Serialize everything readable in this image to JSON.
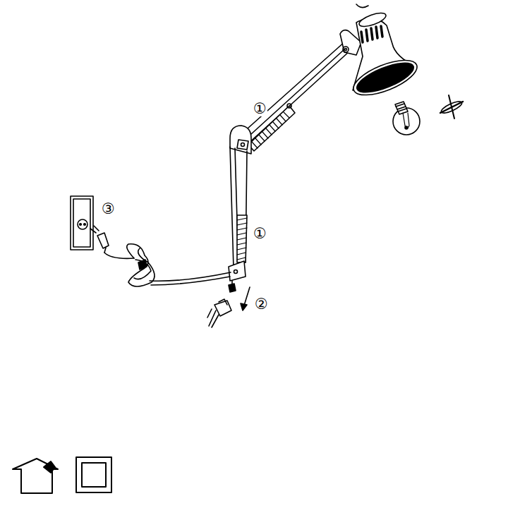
{
  "diagram": {
    "labels": [
      "①",
      "③",
      "①",
      "②"
    ]
  }
}
